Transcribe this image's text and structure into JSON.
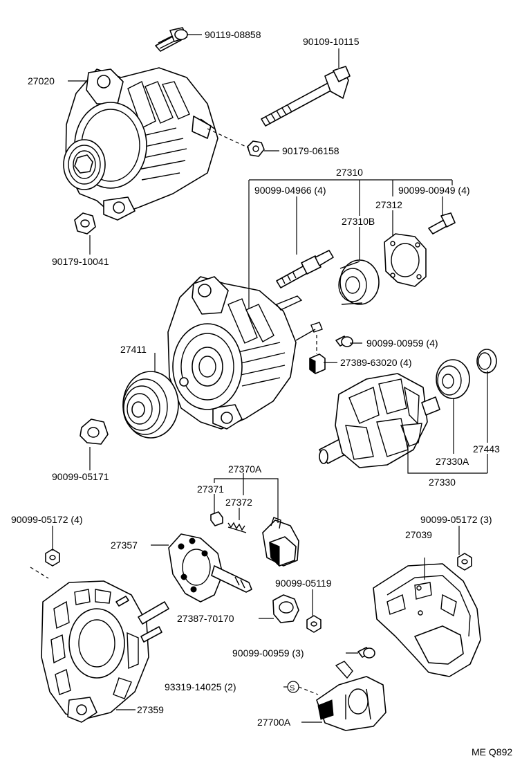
{
  "labels": {
    "bolt_top": "90119-08858",
    "through_bolt": "90109-10115",
    "alternator_assy": "27020",
    "nut_top": "90179-06158",
    "nut_pulley_top": "90179-10041",
    "frame_assy": "27310",
    "stud_4966": "90099-04966 (4)",
    "screw_0949": "90099-00949 (4)",
    "retainer": "27312",
    "bearing_front": "27310B",
    "pulley": "27411",
    "screw_0959_4": "90099-00959 (4)",
    "insulator_4": "27389-63020 (4)",
    "pulley_nut": "90099-05171",
    "rotor_assy": "27330",
    "bearing_rear": "27330A",
    "bearing_cover": "27443",
    "brush_holder_assy": "27370A",
    "brush": "27371",
    "spring": "27372",
    "rectifier": "27357",
    "nut_5172_4": "90099-05172 (4)",
    "nut_5172_3": "90099-05172 (3)",
    "rear_cover": "27039",
    "nut_5119": "90099-05119",
    "terminal_insulator": "27387-70170",
    "screw_0959_3": "90099-00959 (3)",
    "screw_14025": "93319-14025 (2)",
    "s_mark": "S",
    "rear_frame": "27359",
    "regulator": "27700A",
    "code": "ME Q892"
  }
}
